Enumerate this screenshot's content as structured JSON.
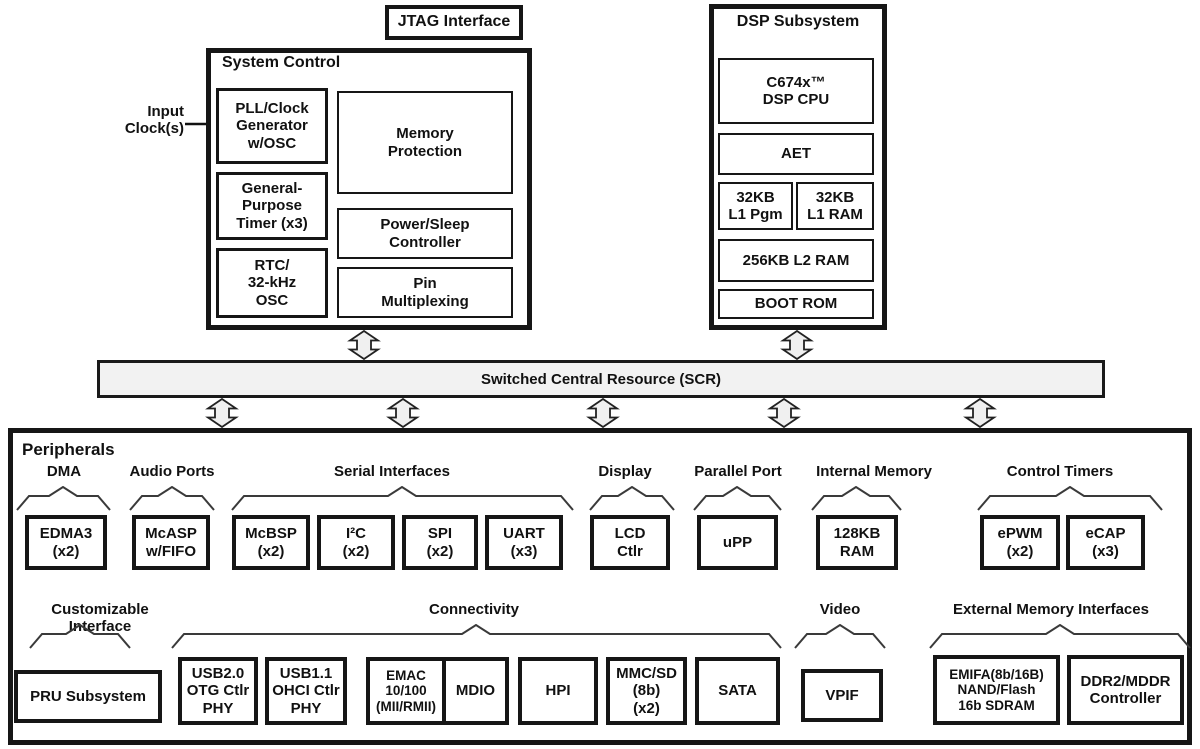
{
  "jtag": {
    "label": "JTAG Interface"
  },
  "input_clock": {
    "label": "Input\nClock(s)"
  },
  "system_control": {
    "title": "System Control",
    "pll": "PLL/Clock\nGenerator\nw/OSC",
    "gp_timer": "General-\nPurpose\nTimer (x3)",
    "rtc": "RTC/\n32-kHz\nOSC",
    "memory_protection": "Memory\nProtection",
    "power_sleep": "Power/Sleep\nController",
    "pin_mux": "Pin\nMultiplexing"
  },
  "dsp_subsystem": {
    "title": "DSP Subsystem",
    "cpu": "C674x™\nDSP CPU",
    "aet": "AET",
    "l1_pgm": "32KB\nL1 Pgm",
    "l1_ram": "32KB\nL1 RAM",
    "l2_ram": "256KB L2 RAM",
    "boot_rom": "BOOT ROM"
  },
  "scr": {
    "label": "Switched Central Resource (SCR)"
  },
  "peripherals": {
    "title": "Peripherals",
    "groups": [
      {
        "label": "DMA",
        "boxes": [
          "EDMA3\n(x2)"
        ]
      },
      {
        "label": "Audio Ports",
        "boxes": [
          "McASP\nw/FIFO"
        ]
      },
      {
        "label": "Serial Interfaces",
        "boxes": [
          "McBSP\n(x2)",
          "I²C\n(x2)",
          "SPI\n(x2)",
          "UART\n(x3)"
        ]
      },
      {
        "label": "Display",
        "boxes": [
          "LCD\nCtlr"
        ]
      },
      {
        "label": "Parallel Port",
        "boxes": [
          "uPP"
        ]
      },
      {
        "label": "Internal Memory",
        "boxes": [
          "128KB\nRAM"
        ]
      },
      {
        "label": "Control Timers",
        "boxes": [
          "ePWM\n(x2)",
          "eCAP\n(x3)"
        ]
      },
      {
        "label": "Customizable Interface",
        "boxes": [
          "PRU Subsystem"
        ]
      },
      {
        "label": "Connectivity",
        "boxes": [
          "USB2.0\nOTG Ctlr\nPHY",
          "USB1.1\nOHCI Ctlr\nPHY",
          "EMAC\n10/100\n(MII/RMII)",
          "MDIO",
          "HPI",
          "MMC/SD\n(8b)\n(x2)",
          "SATA"
        ]
      },
      {
        "label": "Video",
        "boxes": [
          "VPIF"
        ]
      },
      {
        "label": "External Memory Interfaces",
        "boxes": [
          "EMIFA(8b/16B)\nNAND/Flash\n16b SDRAM",
          "DDR2/MDDR\nController"
        ]
      }
    ]
  },
  "colors": {
    "line": "#161616",
    "bus_fill": "#f2f2f2",
    "arrow_fill": "#f0f0f0"
  }
}
